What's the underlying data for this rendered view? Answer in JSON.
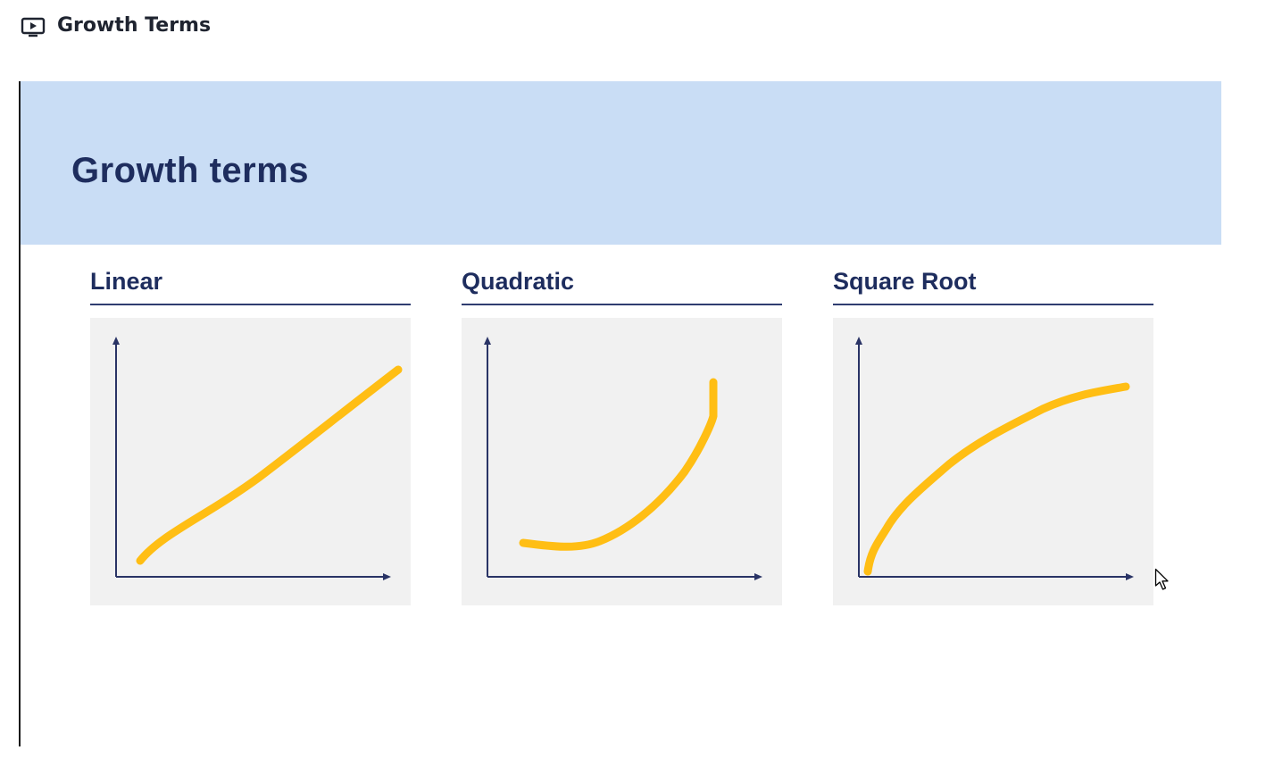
{
  "header": {
    "icon": "presentation-play-icon",
    "title": "Growth Terms"
  },
  "slide": {
    "title": "Growth terms",
    "banner_color": "#c9ddf5",
    "title_color": "#1e2d5e",
    "curve_color": "#ffbe14",
    "panels": [
      {
        "label": "Linear"
      },
      {
        "label": "Quadratic"
      },
      {
        "label": "Square Root"
      }
    ]
  },
  "chart_data": [
    {
      "type": "line",
      "title": "Linear",
      "shape": "linear"
    },
    {
      "type": "line",
      "title": "Quadratic",
      "shape": "quadratic"
    },
    {
      "type": "line",
      "title": "Square Root",
      "shape": "square-root"
    }
  ],
  "cursor": {
    "icon": "mouse-pointer-icon"
  }
}
